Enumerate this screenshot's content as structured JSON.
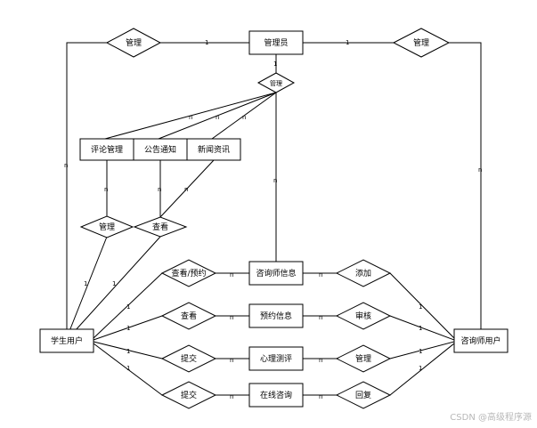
{
  "diagram": {
    "entities": {
      "admin": "管理员",
      "comment_mgmt": "评论管理",
      "notice": "公告通知",
      "news": "新闻资讯",
      "counselor_info": "咨询师信息",
      "appointment_info": "预约信息",
      "psych_test": "心理测评",
      "online_consult": "在线咨询",
      "student": "学生用户",
      "counselor_user": "咨询师用户"
    },
    "relationships": {
      "rel_admin_left": "管理",
      "rel_admin_right": "管理",
      "rel_admin_mid": "管理",
      "rel_comment": "管理",
      "rel_view_news": "查看",
      "rel_view_book": "查看/预约",
      "rel_view_appt": "查看",
      "rel_submit_test": "提交",
      "rel_submit_consult": "提交",
      "rel_add": "添加",
      "rel_review": "审核",
      "rel_manage_test": "管理",
      "rel_reply": "回复"
    },
    "cardinality_labels": {
      "one": "1",
      "many": "n"
    },
    "watermark": "CSDN @高级程序源"
  }
}
